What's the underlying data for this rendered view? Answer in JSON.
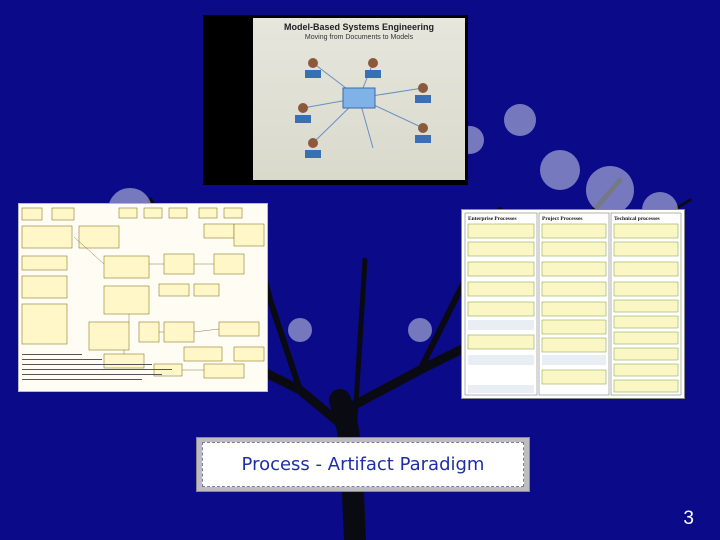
{
  "slide": {
    "caption": "Process - Artifact Paradigm",
    "page_number": "3"
  },
  "photo": {
    "slide_title": "Model-Based Systems Engineering",
    "slide_subtitle": "Moving from Documents to Models"
  },
  "process_table": {
    "headers": [
      "Enterprise Processes",
      "Project Processes",
      "Technical processes"
    ]
  },
  "colors": {
    "background": "#0b0b8a",
    "caption_text": "#1f2fa3",
    "page_number": "#ffffff"
  }
}
